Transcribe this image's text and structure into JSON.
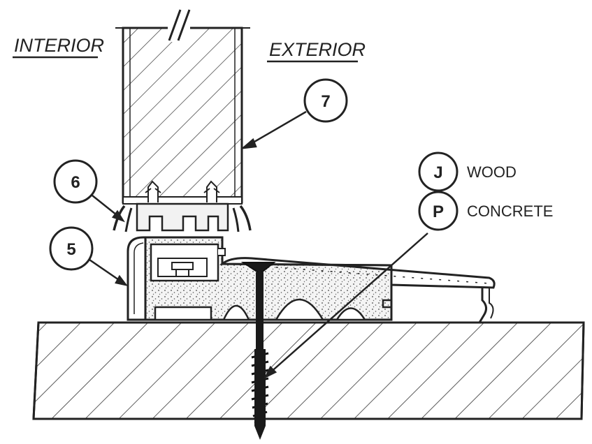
{
  "labels": {
    "interior": "INTERIOR",
    "exterior": "EXTERIOR"
  },
  "callouts": {
    "c7": "7",
    "c6": "6",
    "c5": "5",
    "cj": "J",
    "cp": "P"
  },
  "legend": {
    "wood": "WOOD",
    "concrete": "CONCRETE"
  },
  "colors": {
    "ink": "#222222",
    "paper": "#ffffff",
    "fill": "#f2f2f2"
  }
}
